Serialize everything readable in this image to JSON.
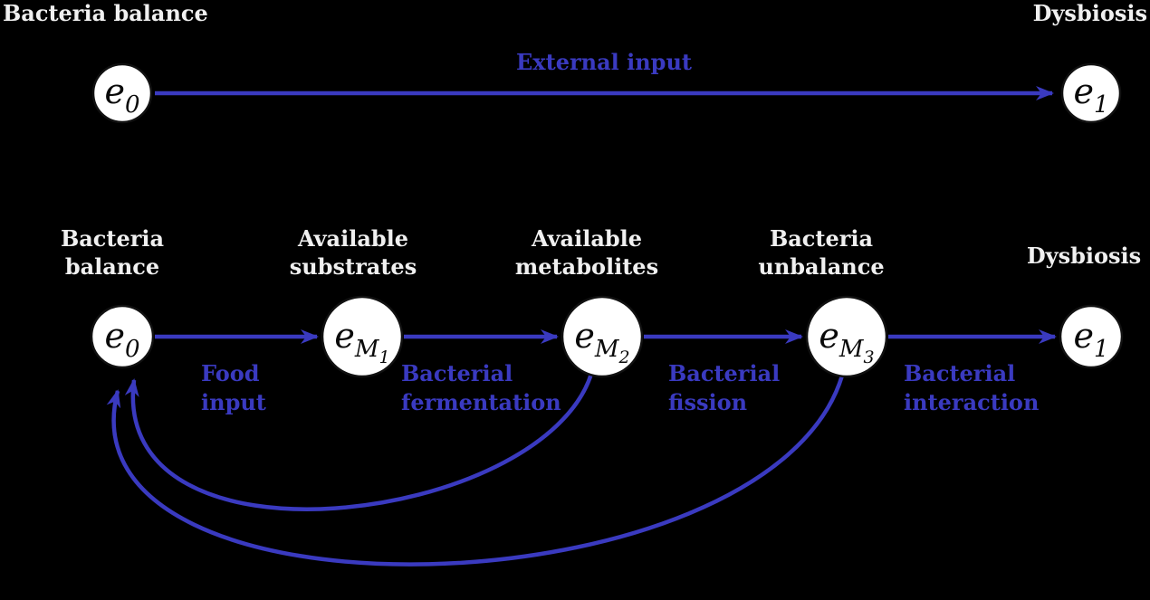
{
  "colors": {
    "background": "#000000",
    "arrow_blue": "#3a3ac0",
    "node_fill": "#ffffff",
    "node_stroke": "#111111",
    "title_text": "#f0f0f0"
  },
  "top": {
    "left_title": "Bacteria balance",
    "right_title": "Dysbiosis",
    "edge_label": "External input",
    "nodes": [
      {
        "sym": "e",
        "sub": "0"
      },
      {
        "sym": "e",
        "sub": "1"
      }
    ]
  },
  "bottom": {
    "nodes": [
      {
        "title_lines": [
          "Bacteria",
          "balance"
        ],
        "sym": "e",
        "sub": "0",
        "subsub": ""
      },
      {
        "title_lines": [
          "Available",
          "substrates"
        ],
        "sym": "e",
        "sub": "M",
        "subsub": "1"
      },
      {
        "title_lines": [
          "Available",
          "metabolites"
        ],
        "sym": "e",
        "sub": "M",
        "subsub": "2"
      },
      {
        "title_lines": [
          "Bacteria",
          "unbalance"
        ],
        "sym": "e",
        "sub": "M",
        "subsub": "3"
      },
      {
        "title_lines": [
          "Dysbiosis"
        ],
        "sym": "e",
        "sub": "1",
        "subsub": ""
      }
    ],
    "edge_labels": [
      {
        "lines": [
          "Food",
          "input"
        ]
      },
      {
        "lines": [
          "Bacterial",
          "fermentation"
        ]
      },
      {
        "lines": [
          "Bacterial",
          "fission"
        ]
      },
      {
        "lines": [
          "Bacterial",
          "interaction"
        ]
      }
    ],
    "feedback_edges": [
      {
        "from": "available-metabolites",
        "to": "bacteria-balance"
      },
      {
        "from": "bacteria-unbalance",
        "to": "bacteria-balance"
      }
    ]
  }
}
